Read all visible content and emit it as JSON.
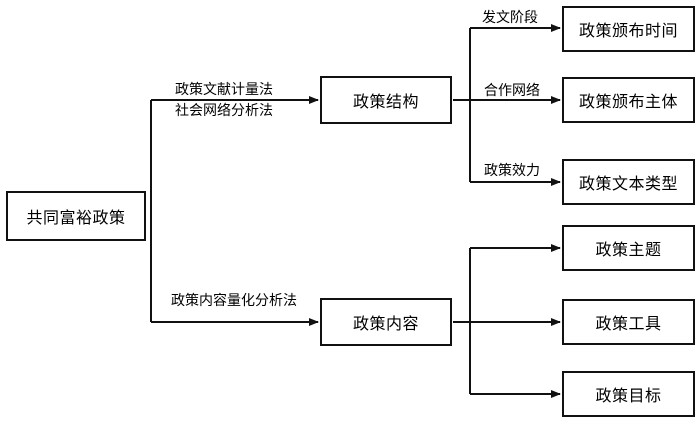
{
  "root": {
    "label": "共同富裕政策"
  },
  "branches": [
    {
      "label": "政策结构",
      "methods": [
        "政策文献计量法",
        "社会网络分析法"
      ],
      "children": [
        {
          "label": "政策颁布时间",
          "edge_label": "发文阶段"
        },
        {
          "label": "政策颁布主体",
          "edge_label": "合作网络"
        },
        {
          "label": "政策文本类型",
          "edge_label": "政策效力"
        }
      ]
    },
    {
      "label": "政策内容",
      "methods": [
        "政策内容量化分析法"
      ],
      "children": [
        {
          "label": "政策主题"
        },
        {
          "label": "政策工具"
        },
        {
          "label": "政策目标"
        }
      ]
    }
  ]
}
